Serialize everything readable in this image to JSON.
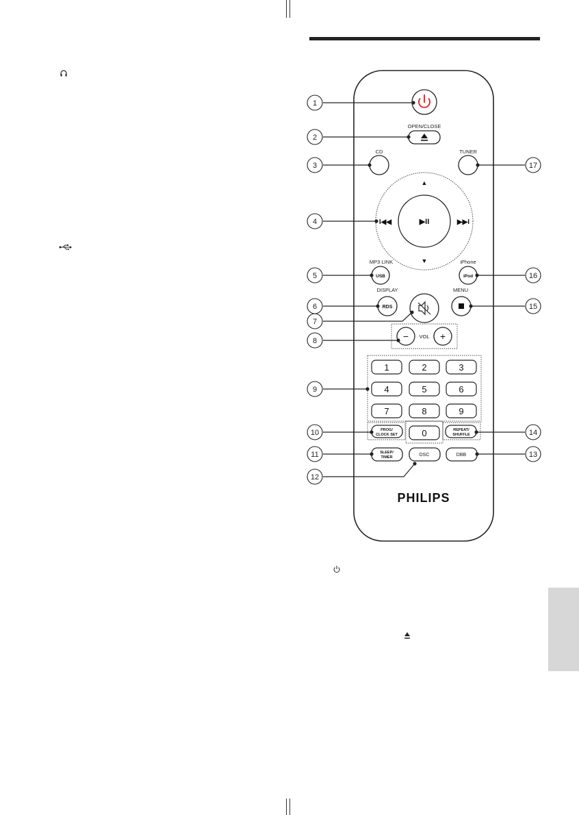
{
  "left_column": {
    "headphone_icon": "headphone-icon",
    "usb_icon": "usb-icon"
  },
  "bottom_text": {
    "power_icon": "power-icon",
    "eject_icon": "eject-icon"
  },
  "remote": {
    "brand": "PHILIPS",
    "labels": {
      "open_close": "OPEN/CLOSE",
      "cd": "CD",
      "tuner": "TUNER",
      "mp3_link": "MP3 LINK",
      "iphone": "iPhone",
      "display": "DISPLAY",
      "menu": "MENU",
      "vol": "VOL"
    },
    "buttons": {
      "usb": "USB",
      "ipod": "iPod",
      "rds": "RDS",
      "prog_1": "PROG/",
      "prog_2": "CLOCK SET",
      "repeat_1": "REPEAT/",
      "repeat_2": "SHUFFLE",
      "sleep_1": "SLEEP/",
      "sleep_2": "TIMER",
      "dsc": "DSC",
      "dbb": "DBB",
      "minus": "−",
      "plus": "+",
      "play_pause": "▶II",
      "prev": "I◀◀",
      "next": "▶▶I",
      "up": "▲",
      "down": "▼"
    },
    "number_keys": [
      "1",
      "2",
      "3",
      "4",
      "5",
      "6",
      "7",
      "8",
      "9",
      "0"
    ]
  },
  "callouts": [
    "1",
    "2",
    "3",
    "4",
    "5",
    "6",
    "7",
    "8",
    "9",
    "10",
    "11",
    "12",
    "13",
    "14",
    "15",
    "16",
    "17"
  ]
}
